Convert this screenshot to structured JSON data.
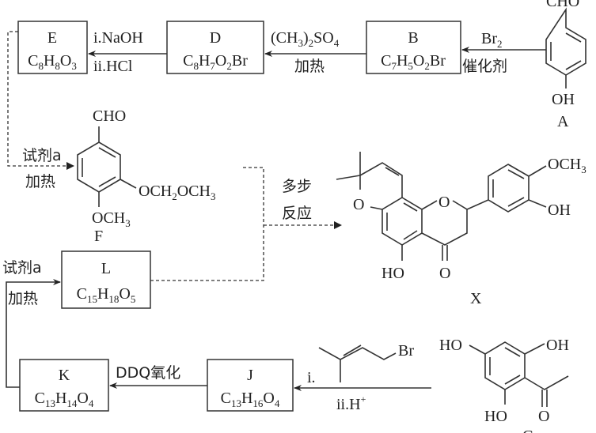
{
  "compounds": {
    "A": {
      "label": "A",
      "top": "CHO",
      "bottom": "OH"
    },
    "B": {
      "label": "B",
      "formula": "C7H5O2Br"
    },
    "D": {
      "label": "D",
      "formula": "C8H7O2Br"
    },
    "E": {
      "label": "E",
      "formula": "C8H8O3"
    },
    "F": {
      "label": "F",
      "top": "CHO",
      "side": "OCH2OCH3",
      "bottom": "OCH3"
    },
    "L": {
      "label": "L",
      "formula": "C15H18O5"
    },
    "K": {
      "label": "K",
      "formula": "C13H14O4"
    },
    "J": {
      "label": "J",
      "formula": "C13H16O4"
    },
    "X": {
      "label": "X",
      "och3": "OCH3",
      "oh": "OH",
      "ho": "HO",
      "o_ring1": "O",
      "o_ring2": "O",
      "o_keto": "O"
    },
    "G": {
      "ho_left": "HO",
      "oh_right": "OH",
      "ho_bottom": "HO",
      "o_keto": "O",
      "label": "G"
    }
  },
  "reagents": {
    "a_to_b_top": "Br2",
    "a_to_b_bottom": "催化剂",
    "b_to_d_top": "(CH3)2SO4",
    "b_to_d_bottom": "加热",
    "d_to_e_top": "i.NaOH",
    "d_to_e_bottom": "ii.HCl",
    "e_to_f_top": "试剂a",
    "e_to_f_bottom": "加热",
    "to_x_top": "多步",
    "to_x_bottom": "反应",
    "k_to_l_top": "试剂a",
    "k_to_l_bottom": "加热",
    "j_to_k_top": "DDQ氧化",
    "g_to_j_top": "i.",
    "g_to_j_bottom": "ii.H+",
    "prenyl_br": "Br"
  }
}
